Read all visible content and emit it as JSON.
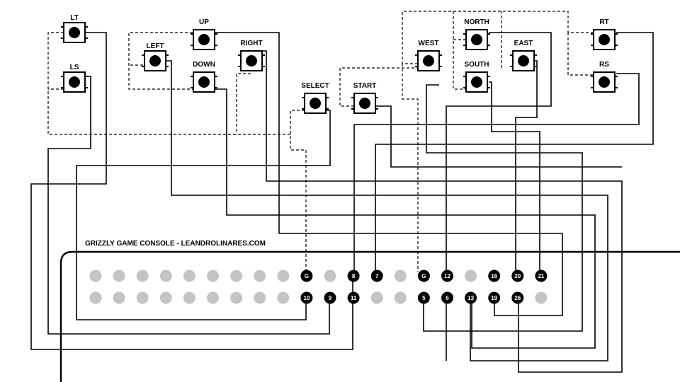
{
  "title": "GRIZZLY GAME CONSOLE - LEANDROLINARES.COM",
  "colors": {
    "ink": "#000000",
    "inactive_pin": "#c4c4c4",
    "background": "#ffffff"
  },
  "buttons": [
    {
      "id": "lt",
      "label": "LT"
    },
    {
      "id": "ls",
      "label": "LS"
    },
    {
      "id": "left",
      "label": "LEFT"
    },
    {
      "id": "up",
      "label": "UP"
    },
    {
      "id": "down",
      "label": "DOWN"
    },
    {
      "id": "right",
      "label": "RIGHT"
    },
    {
      "id": "select",
      "label": "SELECT"
    },
    {
      "id": "start",
      "label": "START"
    },
    {
      "id": "west",
      "label": "WEST"
    },
    {
      "id": "north",
      "label": "NORTH"
    },
    {
      "id": "south",
      "label": "SOUTH"
    },
    {
      "id": "east",
      "label": "EAST"
    },
    {
      "id": "rt",
      "label": "RT"
    },
    {
      "id": "rs",
      "label": "RS"
    }
  ],
  "header_pins": {
    "top": [
      "",
      "",
      "",
      "",
      "",
      "",
      "",
      "",
      "",
      "G",
      "",
      "8",
      "7",
      "",
      "G",
      "12",
      "",
      "16",
      "20",
      "21"
    ],
    "bottom": [
      "",
      "",
      "",
      "",
      "",
      "",
      "",
      "",
      "",
      "10",
      "9",
      "11",
      "",
      "",
      "5",
      "6",
      "13",
      "19",
      "26",
      ""
    ]
  }
}
